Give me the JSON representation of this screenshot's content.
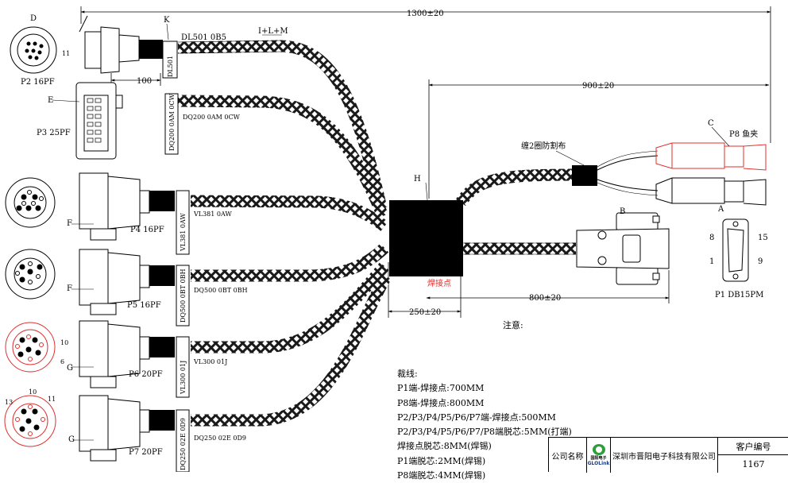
{
  "dimensions": {
    "overall": "1300±20",
    "p8_branch": "900±20",
    "p1_branch": "800±20",
    "splice": "250±20",
    "p2_boot": "100"
  },
  "callouts": {
    "d": "D",
    "k": "K",
    "e": "E",
    "f1": "F",
    "f2": "F",
    "g1": "G",
    "g2": "G",
    "h": "H",
    "c": "C",
    "b": "B",
    "a": "A",
    "ilm": "I+L+M"
  },
  "connectors": {
    "p2": "P2 16PF",
    "p3": "P3 25PF",
    "p4": "P4 16PF",
    "p5": "P5 16PF",
    "p6": "P6 20PF",
    "p7": "P7 20PF",
    "p8": "P8 鱼夹",
    "p1": "P1 DB15PM"
  },
  "wire_labels": {
    "dl501_sleeve": "DL501",
    "dl501": "DL501 0B5",
    "dq200_sleeve": "DQ200 0AM 0CW",
    "dq200": "DQ200 0AM 0CW",
    "vl381_sleeve": "VL381 0AW",
    "vl381": "VL381  0AW",
    "dq500_sleeve": "DQ500 0BT 0BH",
    "dq500": "DQ500 0BT 0BH",
    "vl300_sleeve": "VL300 01J",
    "vl300": "VL300  01J",
    "dq250_sleeve": "DQ250 02E 0D9",
    "dq250": "DQ250 02E 0D9"
  },
  "splice_label": "焊接点",
  "shrink_label": "缠2圈防割布",
  "db15_pins": {
    "p8": "8",
    "p15": "15",
    "p1": "1",
    "p9": "9"
  },
  "pin_numbers": {
    "p2_top": "D",
    "p2_side": "11",
    "p6_pin10": "10",
    "p6_pin6": "6",
    "p7_pin10": "10",
    "p7_pin11": "11",
    "p7_pin13": "13"
  },
  "notice_title": "注意:",
  "notes": {
    "title": "裁线:",
    "lines": [
      "P1端-焊接点:700MM",
      "P8端-焊接点:800MM",
      "P2/P3/P4/P5/P6/P7端-焊接点:500MM",
      "P2/P3/P4/P5/P6/P7/P8端脱芯:5MM(打端)",
      "焊接点脱芯:8MM(焊锡)",
      "P1端脱芯:2MM(焊锡)",
      "P8端脱芯:4MM(焊锡)"
    ]
  },
  "title_block": {
    "company_label": "公司名称",
    "logo_cn": "国阳电子",
    "logo_en": "GLOLink",
    "company_name": "深圳市晋阳电子科技有限公司",
    "customer_label": "客户编号",
    "customer_no": "1167"
  },
  "colors": {
    "braid": "#1a1a1a",
    "accent_red": "#e0302e"
  }
}
